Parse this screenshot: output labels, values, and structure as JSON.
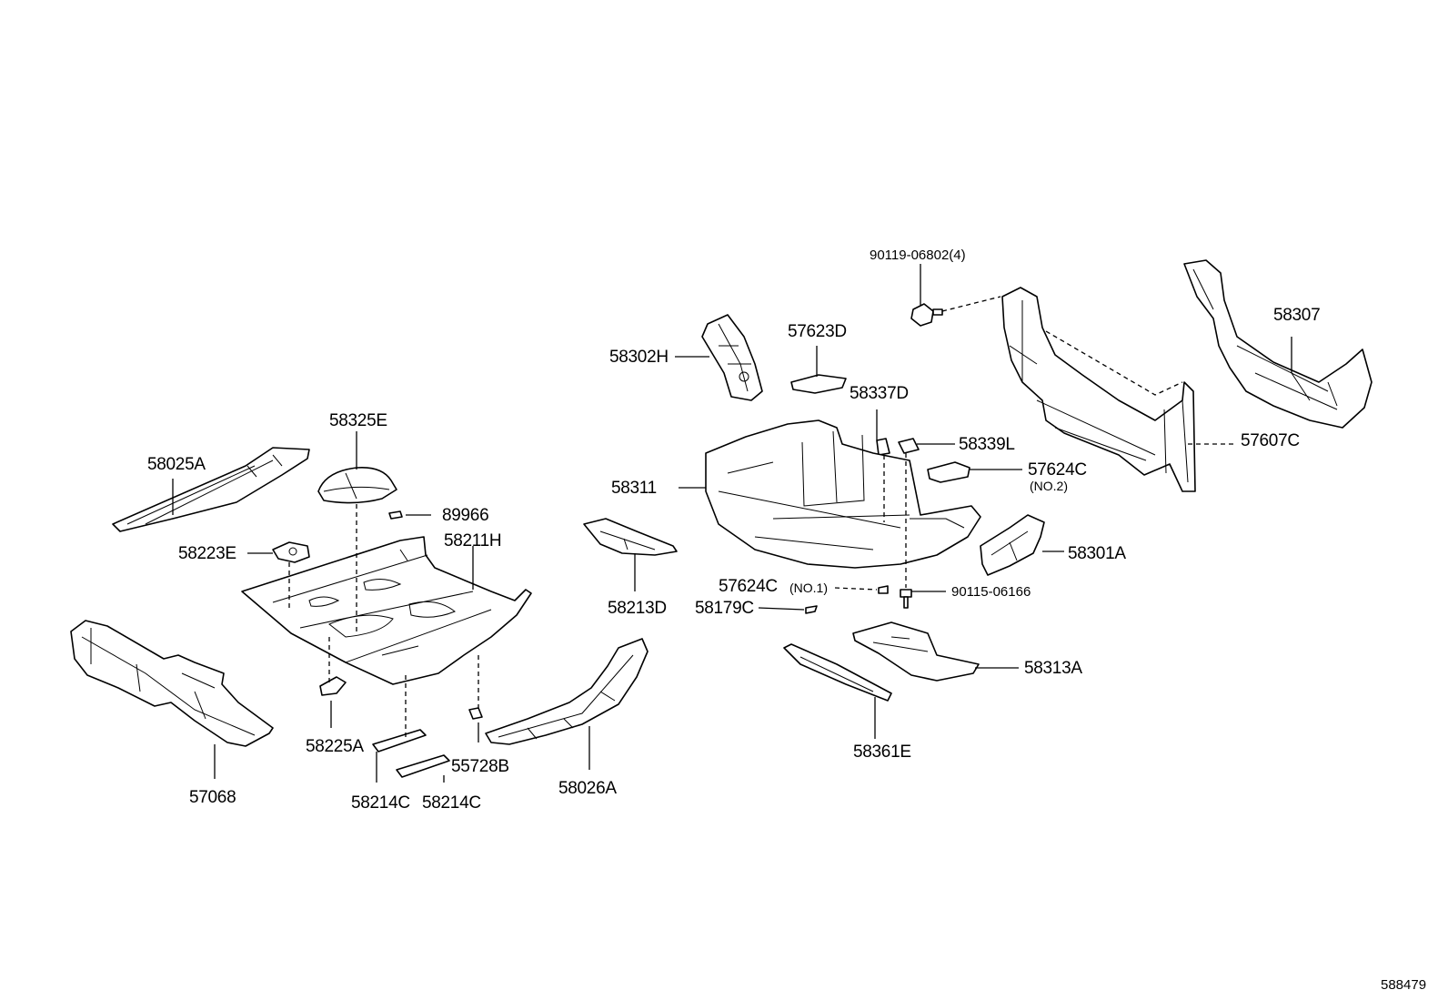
{
  "diagram_id": "588479",
  "labels": {
    "p58025A": "58025A",
    "p58325E": "58325E",
    "p89966": "89966",
    "p58211H": "58211H",
    "p58223E": "58223E",
    "p57068": "57068",
    "p58225A": "58225A",
    "p58214C_1": "58214C",
    "p58214C_2": "58214C",
    "p55728B": "55728B",
    "p58026A": "58026A",
    "p58213D": "58213D",
    "p58302H": "58302H",
    "p57623D": "57623D",
    "p58337D": "58337D",
    "p58339L": "58339L",
    "p57624C_2": "57624C",
    "p57624C_2_sub": "(NO.2)",
    "p58311": "58311",
    "p58301A": "58301A",
    "p57624C_1": "57624C",
    "p57624C_1_sub": "(NO.1)",
    "p90115": "90115-06166",
    "p58179C": "58179C",
    "p58313A": "58313A",
    "p58361E": "58361E",
    "p90119": "90119-06802(4)",
    "p58307": "58307",
    "p57607C": "57607C"
  }
}
